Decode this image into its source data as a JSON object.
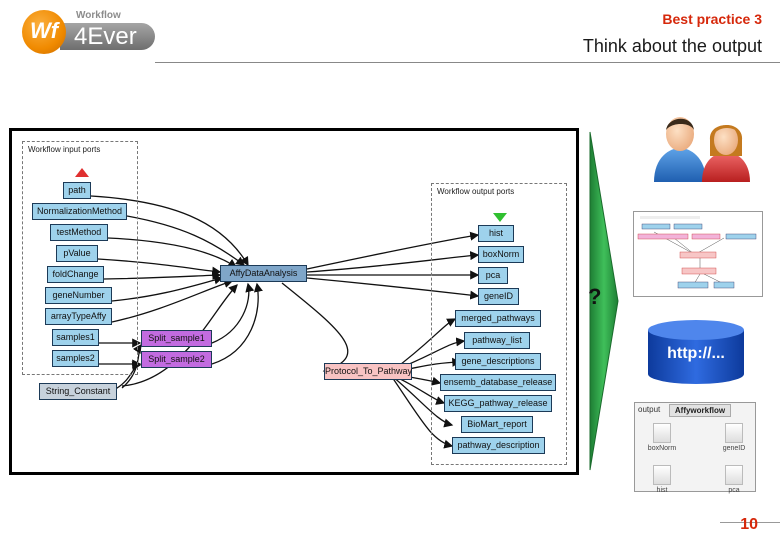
{
  "header": {
    "brand_small": "Workflow",
    "brand_mark": "Wf",
    "brand_large": "4Ever",
    "section": "Best practice 3",
    "title": "Think about the output"
  },
  "workflow_diagram": {
    "input_ports_label": "Workflow input ports",
    "output_ports_label": "Workflow output ports",
    "inputs": [
      "path",
      "NormalizationMethod",
      "testMethod",
      "pValue",
      "foldChange",
      "geneNumber",
      "arrayTypeAffy",
      "samples1",
      "samples2"
    ],
    "constant": "String_Constant",
    "splitters": [
      "Split_sample1",
      "Split_sample2"
    ],
    "processor": "AffyDataAnalysis",
    "protocol": "Protocol_To_Pathway",
    "outputs": [
      "hist",
      "boxNorm",
      "pca",
      "geneID",
      "merged_pathways",
      "pathway_list",
      "gene_descriptions",
      "ensemb_database_release",
      "KEGG_pathway_release",
      "BioMart_report",
      "pathway_description"
    ]
  },
  "question_mark": "?",
  "database_label": "http://...",
  "output_panel": {
    "tab_output": "output",
    "tab_name": "Affyworkflow",
    "files": [
      "boxNorm",
      "geneID",
      "hist",
      "pca"
    ]
  },
  "colors": {
    "accent_red": "#d6280b",
    "arrow_green": "#2aa04a",
    "database_blue": "#1d55c8"
  },
  "page_number": "10"
}
